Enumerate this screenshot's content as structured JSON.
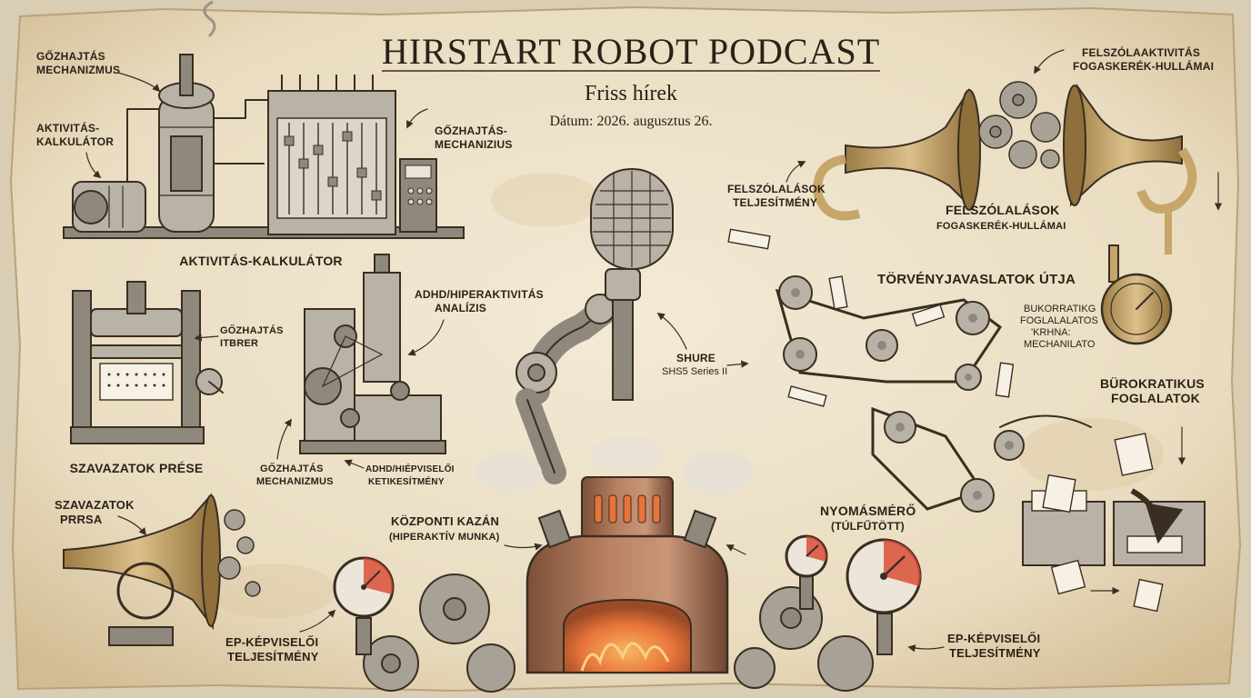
{
  "header": {
    "title": "HIRSTART ROBOT PODCAST",
    "subtitle": "Friss hírek",
    "date": "Dátum: 2026. augusztus 26."
  },
  "labels": {
    "steam_mechanism_tl": [
      "GŐZHAJTÁS",
      "MECHANIZMUS"
    ],
    "activity_calc_tl": [
      "AKTIVITÁS-",
      "KALKULÁTOR"
    ],
    "steam_mechanism_mid": [
      "GŐZHAJTÁS-",
      "MECHANIZIUS"
    ],
    "activity_calc_main": "AKTIVITÁS-KALKULÁTOR",
    "adhd_analysis": [
      "ADHD/HIPERAKTIVITÁS",
      "ANALÍZIS"
    ],
    "steam_itbrer": [
      "GŐZHAJTÁS",
      "ITBRER"
    ],
    "vote_press": "SZAVAZATOK PRÉSE",
    "steam_mechanism_bl": [
      "GŐZHAJTÁS",
      "MECHANIZMUS"
    ],
    "adhd_mep_perf": [
      "ADHD/HIÉPVISELŐI",
      "KETIKESÍTMÉNY"
    ],
    "vote_prrsa": [
      "SZAVAZATOK",
      "PRRSA"
    ],
    "central_boiler": [
      "KÖZPONTI KAZÁN",
      "(HIPERAKTÍV MUNKA)"
    ],
    "mep_perf_left": [
      "EP-KÉPVISELŐI",
      "TELJESÍTMÉNY"
    ],
    "mic_model": [
      "SHURE",
      "SHS5 Series II"
    ],
    "speeches_perf": [
      "FELSZÓLALÁSOK",
      "TELJESÍTMÉNY"
    ],
    "speech_activity_waves": [
      "FELSZÓLAAKTIVITÁS",
      "FOGASKERÉK-HULLÁMAI"
    ],
    "speeches_gear_waves": [
      "FELSZÓLALÁSOK",
      "FOGASKERÉK-HULLÁMAI"
    ],
    "bill_path": "TÖRVÉNYJAVASLATOK ÚTJA",
    "bureau_mech": [
      "BUKORRATIKG",
      "FOGLALALATOS",
      "'KRHNA:",
      "MECHANILATO"
    ],
    "bureau_ops": [
      "BÜROKRATIKUS",
      "FOGLALATOK"
    ],
    "pressure_gauge": [
      "NYOMÁSMÉRŐ",
      "(TÚLFŰTÖTT)"
    ],
    "mep_perf_right": [
      "EP-KÉPVISELŐI",
      "TELJESÍTMÉNY"
    ]
  },
  "colors": {
    "paper": "#efe6d2",
    "ink": "#3a2e22",
    "brass": "#c7a66a",
    "copper": "#b87a52",
    "fire": "#e8743a",
    "gauge_red": "#d9462e"
  },
  "icons": [
    "steam-engine-icon",
    "calculator-machine-icon",
    "press-machine-icon",
    "lathe-icon",
    "gramophone-horn-icon",
    "microphone-icon",
    "robot-arm-icon",
    "boiler-icon",
    "pressure-gauge-icon",
    "gear-icon",
    "conveyor-belt-icon",
    "paper-sheet-icon",
    "filing-box-icon"
  ]
}
